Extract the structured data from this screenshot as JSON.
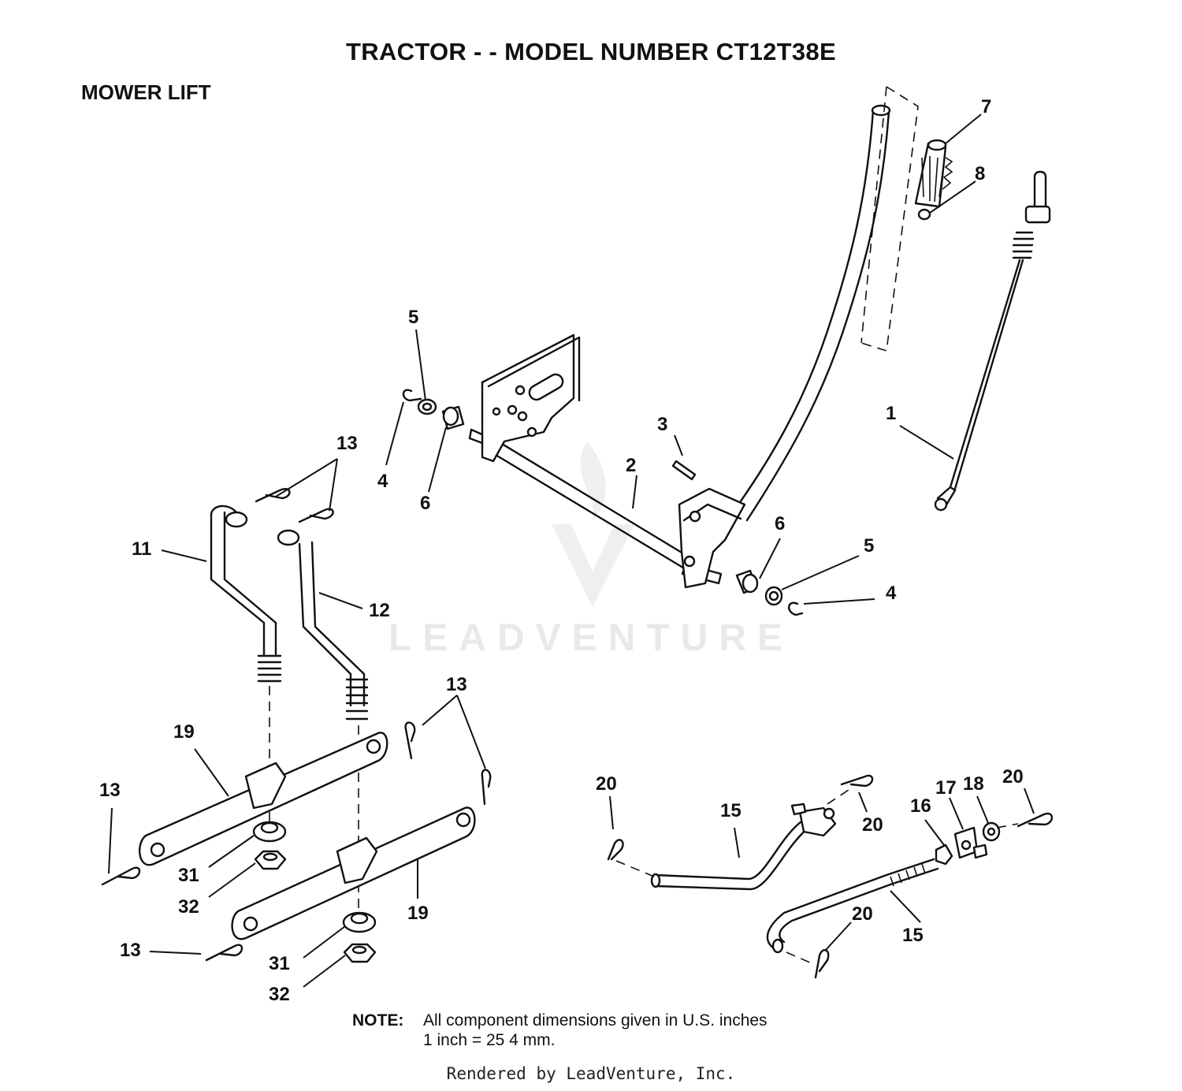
{
  "header": {
    "title": "TRACTOR - - MODEL NUMBER CT12T38E",
    "section": "MOWER LIFT"
  },
  "callouts": [
    {
      "id": "c-1",
      "label": "1"
    },
    {
      "id": "c-2",
      "label": "2"
    },
    {
      "id": "c-3",
      "label": "3"
    },
    {
      "id": "c-4a",
      "label": "4"
    },
    {
      "id": "c-4b",
      "label": "4"
    },
    {
      "id": "c-5a",
      "label": "5"
    },
    {
      "id": "c-5b",
      "label": "5"
    },
    {
      "id": "c-6a",
      "label": "6"
    },
    {
      "id": "c-6b",
      "label": "6"
    },
    {
      "id": "c-7",
      "label": "7"
    },
    {
      "id": "c-8",
      "label": "8"
    },
    {
      "id": "c-11",
      "label": "11"
    },
    {
      "id": "c-12",
      "label": "12"
    },
    {
      "id": "c-13a",
      "label": "13"
    },
    {
      "id": "c-13b",
      "label": "13"
    },
    {
      "id": "c-13c",
      "label": "13"
    },
    {
      "id": "c-13d",
      "label": "13"
    },
    {
      "id": "c-15a",
      "label": "15"
    },
    {
      "id": "c-15b",
      "label": "15"
    },
    {
      "id": "c-16",
      "label": "16"
    },
    {
      "id": "c-17",
      "label": "17"
    },
    {
      "id": "c-18",
      "label": "18"
    },
    {
      "id": "c-19a",
      "label": "19"
    },
    {
      "id": "c-19b",
      "label": "19"
    },
    {
      "id": "c-20a",
      "label": "20"
    },
    {
      "id": "c-20b",
      "label": "20"
    },
    {
      "id": "c-20c",
      "label": "20"
    },
    {
      "id": "c-20d",
      "label": "20"
    },
    {
      "id": "c-31a",
      "label": "31"
    },
    {
      "id": "c-31b",
      "label": "31"
    },
    {
      "id": "c-32a",
      "label": "32"
    },
    {
      "id": "c-32b",
      "label": "32"
    }
  ],
  "watermark": "LEADVENTURE",
  "note": {
    "label": "NOTE:",
    "line1": "All component dimensions given in U.S. inches",
    "line2": "1 inch = 25 4 mm."
  },
  "footer": "Rendered by LeadVenture, Inc."
}
